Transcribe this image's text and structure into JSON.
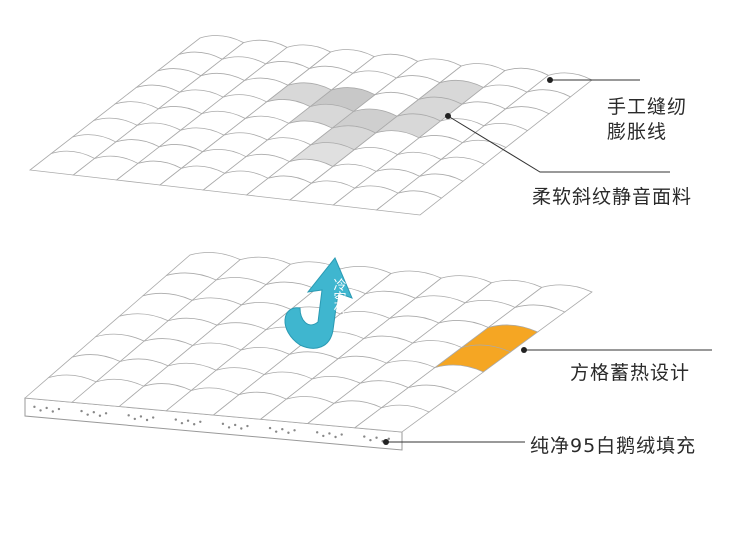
{
  "labels": {
    "stitching_line1": "手工缝纫",
    "stitching_line2": "膨胀线",
    "fabric": "柔软斜纹静音面料",
    "grid_design": "方格蓄热设计",
    "filling": "纯净95白鹅绒填充",
    "arrow_text": "冷空气"
  },
  "colors": {
    "accent_orange": "#f5a623",
    "arrow_blue": "#3fb6cf",
    "gray_cell": "#d8d8d8",
    "line": "#333333"
  }
}
